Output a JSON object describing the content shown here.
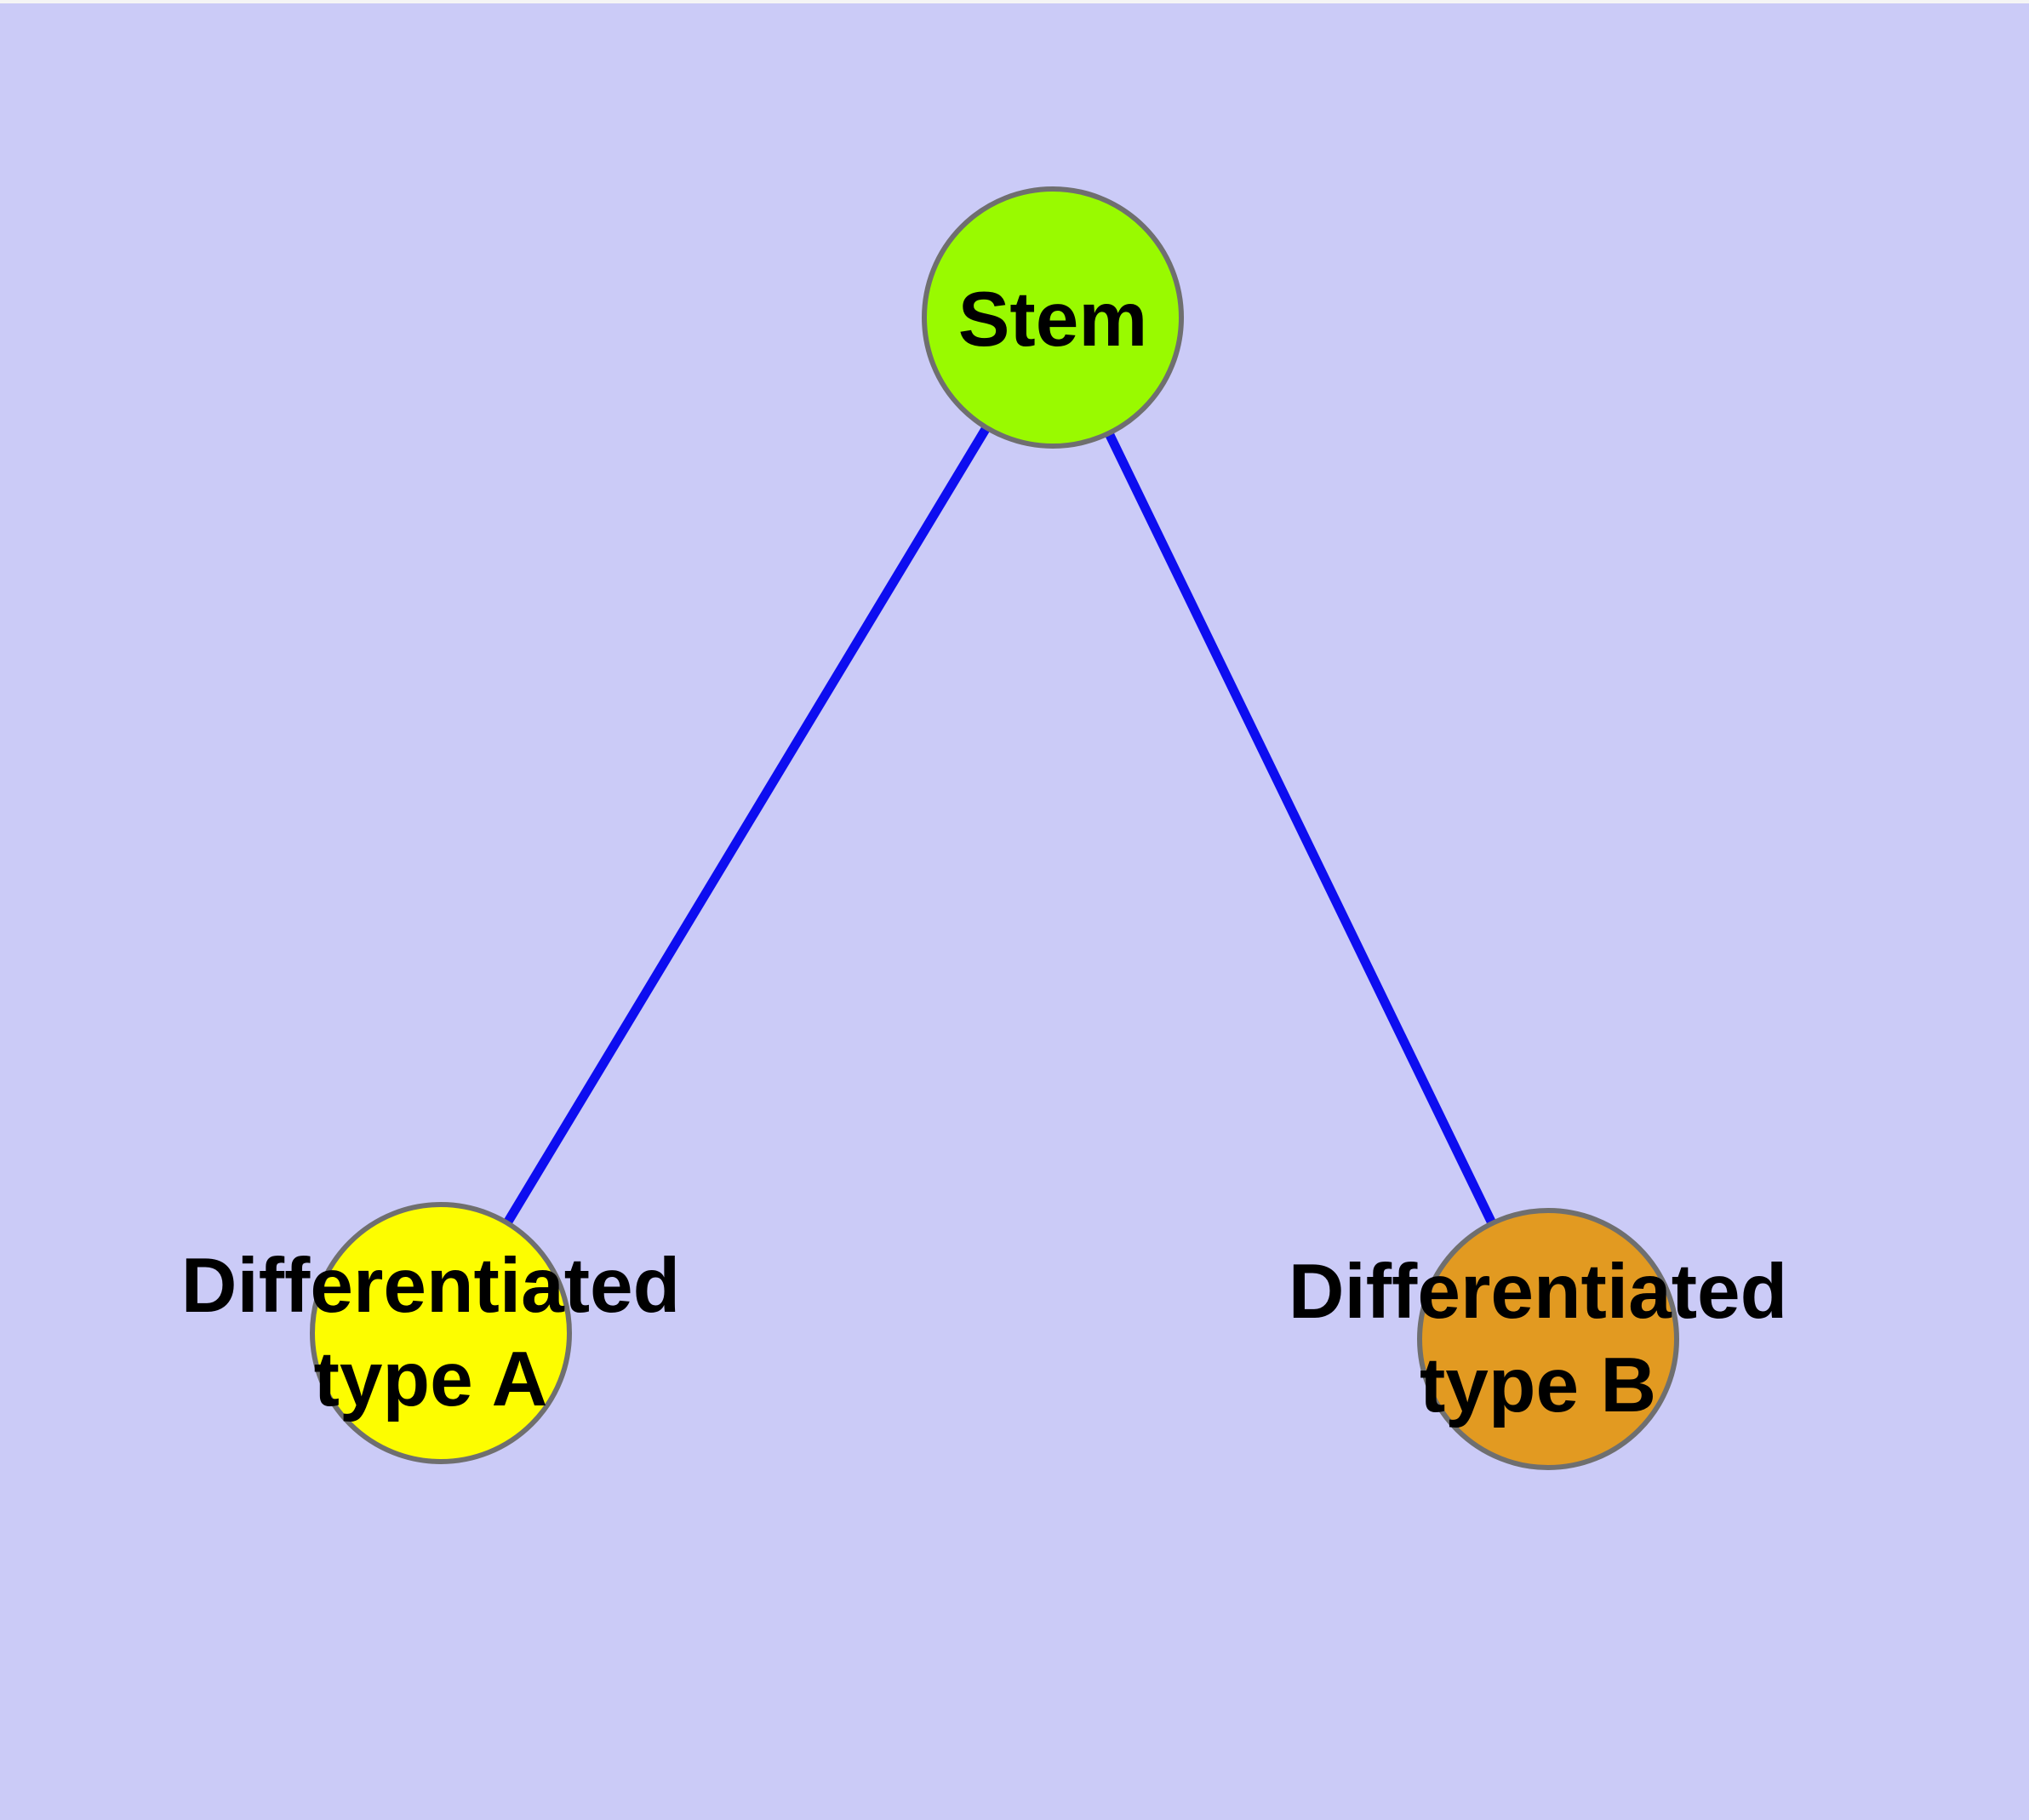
{
  "diagram": {
    "type": "graph",
    "background_color": "#cbcbf7",
    "top_strip_color": "#f5f5f5",
    "edge_color": "#0d0df0",
    "node_border_color": "#6f6f6f",
    "label_color": "#000000",
    "nodes": [
      {
        "id": "stem",
        "label": "Stem",
        "fill": "#99fa00"
      },
      {
        "id": "differentiated-type-a",
        "label": "Differentiated type A",
        "label_line1": "Differentiated",
        "label_line2": "type A",
        "fill": "#fdfd00"
      },
      {
        "id": "differentiated-type-b",
        "label": "Differentiated type B",
        "label_line1": "Differentiated",
        "label_line2": "type B",
        "fill": "#e29a21"
      }
    ],
    "edges": [
      {
        "from": "stem",
        "to": "differentiated-type-a"
      },
      {
        "from": "stem",
        "to": "differentiated-type-b"
      }
    ]
  }
}
